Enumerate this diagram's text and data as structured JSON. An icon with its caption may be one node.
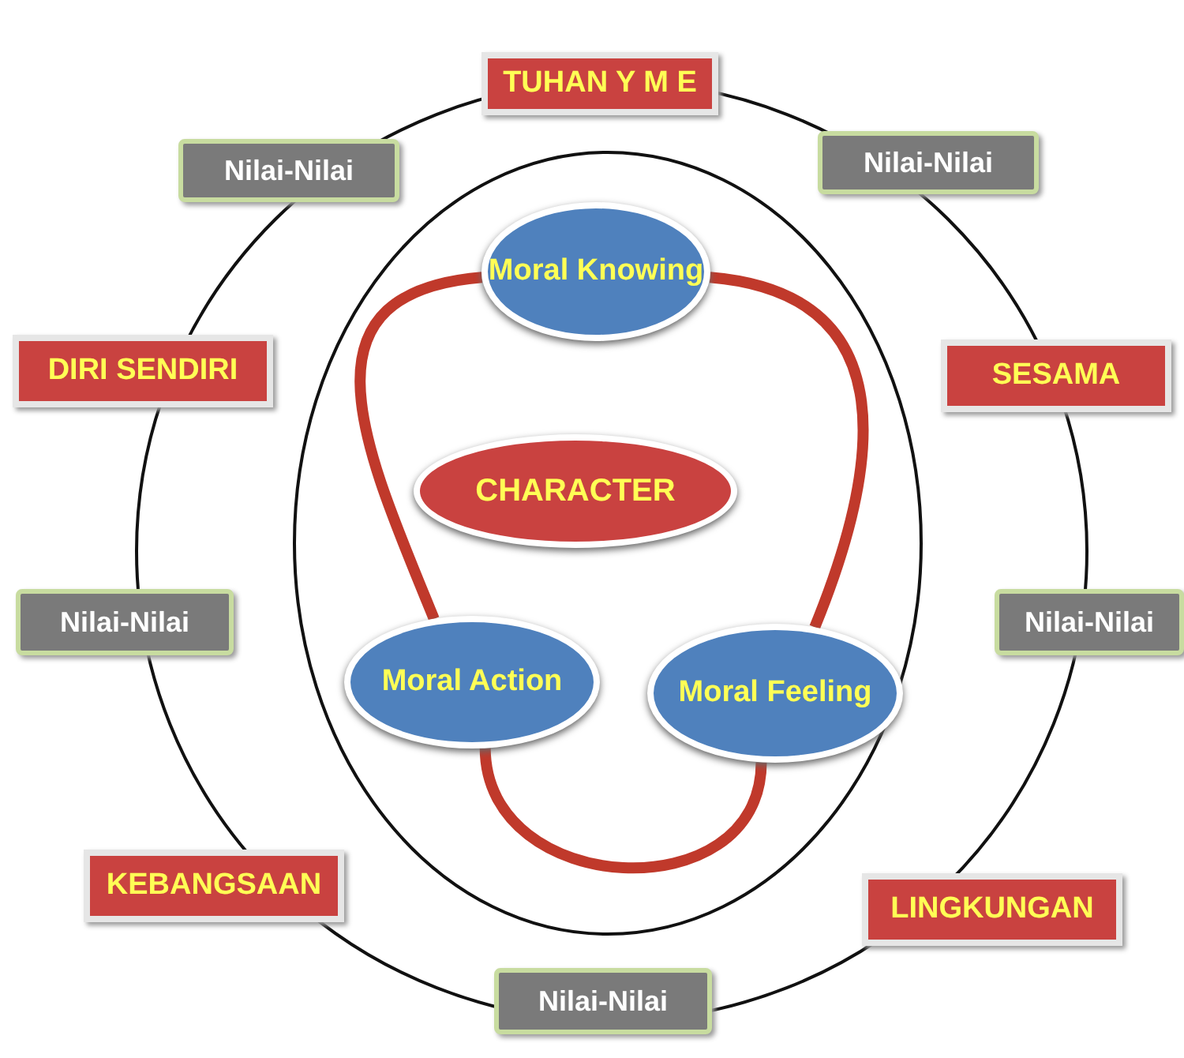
{
  "diagram": {
    "nodes": [
      {
        "text": [],
        "shape": "circle"
      },
      {
        "text": [],
        "shape": "circle",
        "in": 0
      },
      {
        "text": [
          "TUHAN Y M E"
        ]
      },
      {
        "text": [
          "Nilai-Nilai"
        ]
      },
      {
        "text": [
          "Nilai-Nilai"
        ]
      },
      {
        "text": [
          "Moral Knowing"
        ],
        "in": 1
      },
      {
        "text": [
          "DIRI SENDIRI"
        ]
      },
      {
        "text": [
          "SESAMA"
        ]
      },
      {
        "text": [
          "CHARACTER"
        ],
        "in": 1
      },
      {
        "text": [
          "Nilai-Nilai"
        ]
      },
      {
        "text": [
          "Nilai-Nilai"
        ]
      },
      {
        "text": [
          "Moral Action"
        ],
        "in": 1
      },
      {
        "text": [
          "Moral Feeling"
        ],
        "in": 1
      },
      {
        "text": [
          "KEBANGSAAN"
        ]
      },
      {
        "text": [
          "LINGKUNGAN"
        ]
      },
      {
        "text": [
          "Nilai-Nilai"
        ]
      }
    ],
    "edges": [
      {
        "from": 5,
        "to": 11,
        "arrow": "none"
      },
      {
        "from": 5,
        "to": 12,
        "arrow": "none"
      },
      {
        "from": 11,
        "to": 12,
        "arrow": "none"
      }
    ]
  }
}
